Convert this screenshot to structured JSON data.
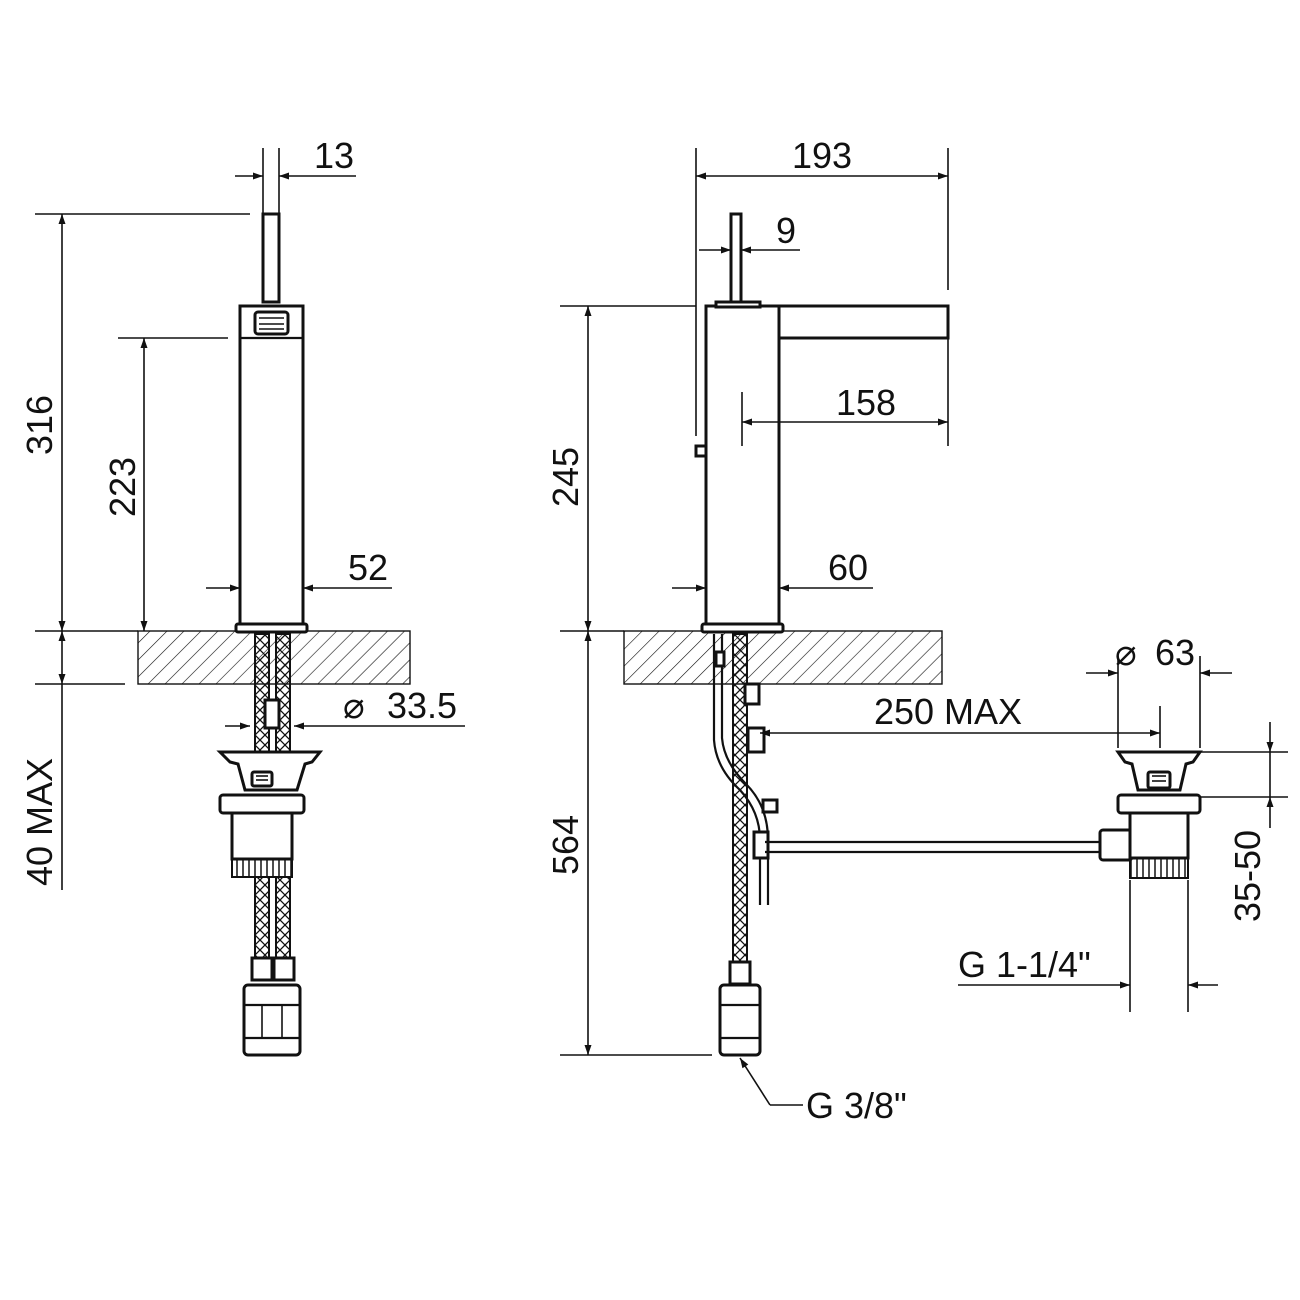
{
  "dimensions": {
    "handle_width": "13",
    "total_height": "316",
    "spout_height": "223",
    "body_width_front": "52",
    "hole_diameter": "33.5",
    "deck_thickness": "40 MAX",
    "overall_depth": "193",
    "handle_depth": "9",
    "body_height_side": "245",
    "spout_projection": "158",
    "body_width_side": "60",
    "hose_length": "564",
    "waste_diameter": "63",
    "rod_length": "250 MAX",
    "waste_range": "35-50",
    "waste_thread": "G 1-1/4\"",
    "supply_thread": "G 3/8\""
  },
  "symbols": {
    "diameter": "⌀"
  },
  "colors": {
    "line": "#111111",
    "background": "#ffffff"
  }
}
